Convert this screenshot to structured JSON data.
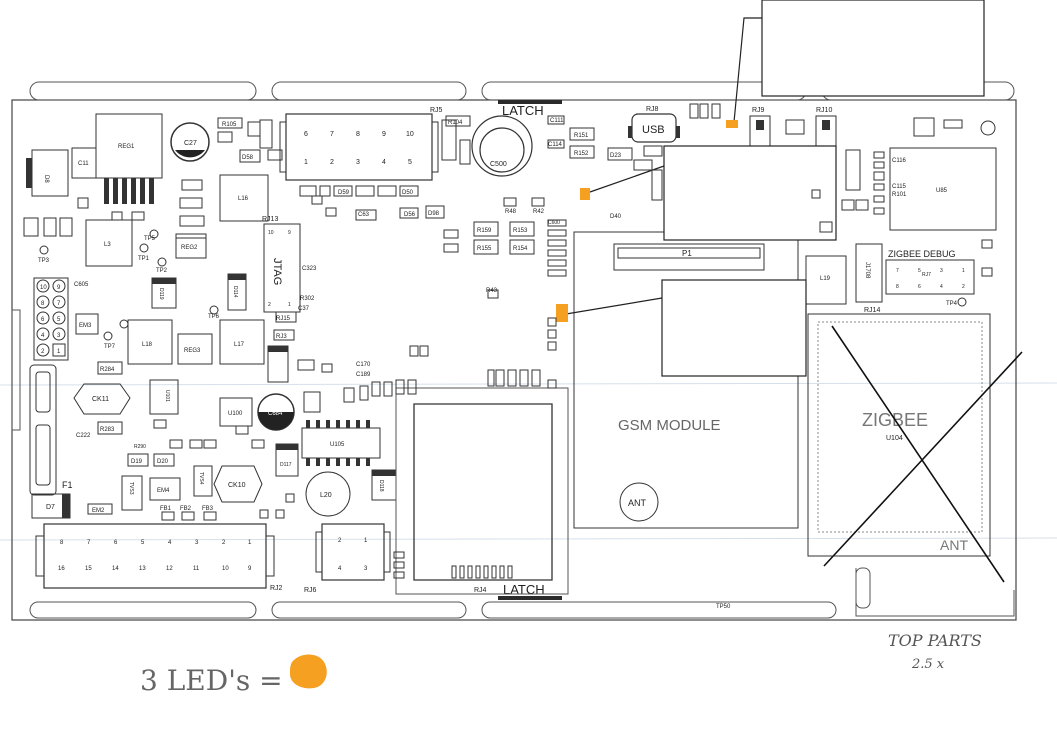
{
  "board": {
    "latch_top": "LATCH",
    "latch_bottom": "LATCH",
    "usb": "USB",
    "gsm": "GSM MODULE",
    "ant_gsm": "ANT",
    "ant_zigbee": "ANT",
    "zigbee": "ZIGBEE",
    "u104": "U104",
    "zigbee_debug": "ZIGBEE DEBUG",
    "jtag": "JTAG",
    "f1": "F1",
    "p1": "P1",
    "ref": {
      "reg1": "REG1",
      "c27": "C27",
      "d8": "D8",
      "c11": "C11",
      "l16": "L16",
      "l3": "L3",
      "reg2": "REG2",
      "rj13": "RJ13",
      "rj5": "RJ5",
      "rj8": "RJ8",
      "rj9": "RJ9",
      "rj10": "RJ10",
      "c500": "C500",
      "u85": "U85",
      "rj7": "RJ7",
      "rj14": "RJ14",
      "l19": "L19",
      "j1708": "J1708",
      "em3": "EM3",
      "l18": "L18",
      "reg3": "REG3",
      "l17": "L17",
      "d114": "D114",
      "d119": "D119",
      "ck11": "CK11",
      "u101": "U101",
      "u100": "U100",
      "c684": "C684",
      "u105": "U105",
      "d117": "D117",
      "ck10": "CK10",
      "l20": "L20",
      "d118": "D118",
      "em4": "EM4",
      "tvs3": "TVS3",
      "tvs4": "TVS4",
      "d7": "D7",
      "em2": "EM2",
      "rj2": "RJ2",
      "rj6": "RJ6",
      "rj4": "RJ4",
      "tp3": "TP3",
      "tp1": "TP1",
      "tp2": "TP2",
      "tp5": "TP5",
      "tp6": "TP6",
      "tp7": "TP7",
      "tp4": "TP4",
      "tp50": "TP50",
      "r43": "R43",
      "r48": "R48",
      "r42": "R42",
      "r159": "R159",
      "r155": "R155",
      "r153": "R153",
      "r154": "R154",
      "d23": "D23",
      "c600": "C600",
      "rj15": "RJ15",
      "rj3": "RJ3",
      "c63": "C63",
      "d98": "D98",
      "d40": "D40",
      "d50": "D50",
      "d56": "D56",
      "c111": "C111",
      "r151": "R151",
      "r152": "R152",
      "r104": "R104",
      "c114": "C114",
      "c116": "C116",
      "c115": "C115",
      "r101": "R101",
      "c605": "C605",
      "r284": "R284",
      "r283": "R283",
      "c222": "C222",
      "r290": "R290",
      "d19": "D19",
      "d20": "D20",
      "fb1": "FB1",
      "fb2": "FB2",
      "fb3": "FB3",
      "c37": "C37",
      "r302": "R302",
      "c323": "C323",
      "c170": "C170",
      "c189": "C189"
    },
    "rj5_pins_top": [
      "6",
      "7",
      "8",
      "9",
      "10"
    ],
    "rj5_pins_bottom": [
      "1",
      "2",
      "3",
      "4",
      "5"
    ],
    "rj2_pins_top": [
      "8",
      "7",
      "6",
      "5",
      "4",
      "3",
      "2",
      "1"
    ],
    "rj2_pins_bottom": [
      "16",
      "15",
      "14",
      "13",
      "12",
      "11",
      "10",
      "9"
    ],
    "rj6_pins": [
      "2",
      "1",
      "4",
      "3"
    ],
    "jtag_pins": [
      "10",
      "9",
      "2",
      "1"
    ],
    "rj7_top": [
      "7",
      "5",
      "3",
      "1"
    ],
    "rj7_bottom": [
      "8",
      "6",
      "4",
      "2"
    ],
    "header_pins": [
      "10",
      "9",
      "8",
      "7",
      "6",
      "5",
      "4",
      "3",
      "2",
      "1"
    ]
  },
  "notes": {
    "top_parts": "TOP PARTS",
    "scale": "2.5 x",
    "leds": "3 LED's ="
  },
  "colors": {
    "outline": "#333333",
    "led_orange": "#f5a020",
    "latch_bar": "#2a2a2a"
  }
}
